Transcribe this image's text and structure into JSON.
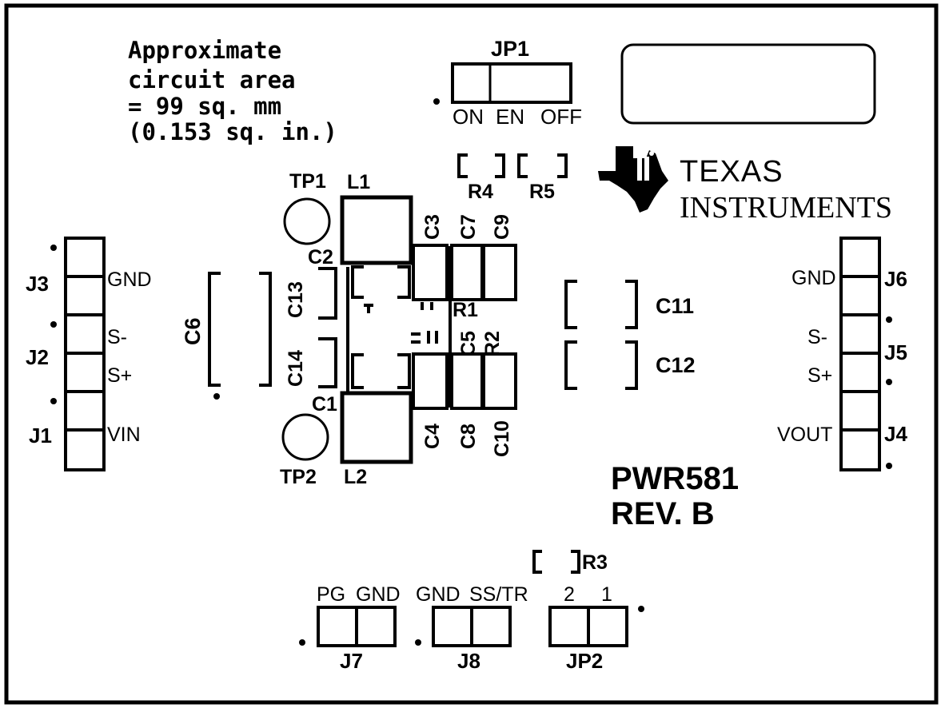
{
  "note": {
    "line1": "Approximate",
    "line2": "circuit area",
    "line3": "= 99 sq. mm",
    "line4": "(0.153 sq. in.)"
  },
  "jp1": {
    "label": "JP1",
    "on": "ON",
    "en": "EN",
    "off": "OFF"
  },
  "resistors": {
    "r1": "R1",
    "r2": "R2",
    "r3": "R3",
    "r4": "R4",
    "r5": "R5"
  },
  "logo": {
    "line1": "Texas",
    "line2": "Instruments"
  },
  "test_points": {
    "tp1": "TP1",
    "tp2": "TP2"
  },
  "inductors": {
    "l1": "L1",
    "l2": "L2"
  },
  "caps": {
    "c1": "C1",
    "c2": "C2",
    "c3": "C3",
    "c4": "C4",
    "c5": "C5",
    "c6": "C6",
    "c7": "C7",
    "c8": "C8",
    "c9": "C9",
    "c10": "C10",
    "c11": "C11",
    "c12": "C12",
    "c13": "C13",
    "c14": "C14"
  },
  "left_connectors": {
    "j3": "J3",
    "j2": "J2",
    "j1": "J1",
    "gnd": "GND",
    "s_minus": "S-",
    "s_plus": "S+",
    "vin": "VIN"
  },
  "right_connectors": {
    "j6": "J6",
    "j5": "J5",
    "j4": "J4",
    "gnd": "GND",
    "s_minus": "S-",
    "s_plus": "S+",
    "vout": "VOUT"
  },
  "board": {
    "name": "PWR581",
    "rev": "REV. B"
  },
  "bottom": {
    "pg": "PG",
    "gnd1": "GND",
    "gnd2": "GND",
    "sstr": "SS/TR",
    "two": "2",
    "one": "1",
    "j7": "J7",
    "j8": "J8",
    "jp2": "JP2"
  }
}
